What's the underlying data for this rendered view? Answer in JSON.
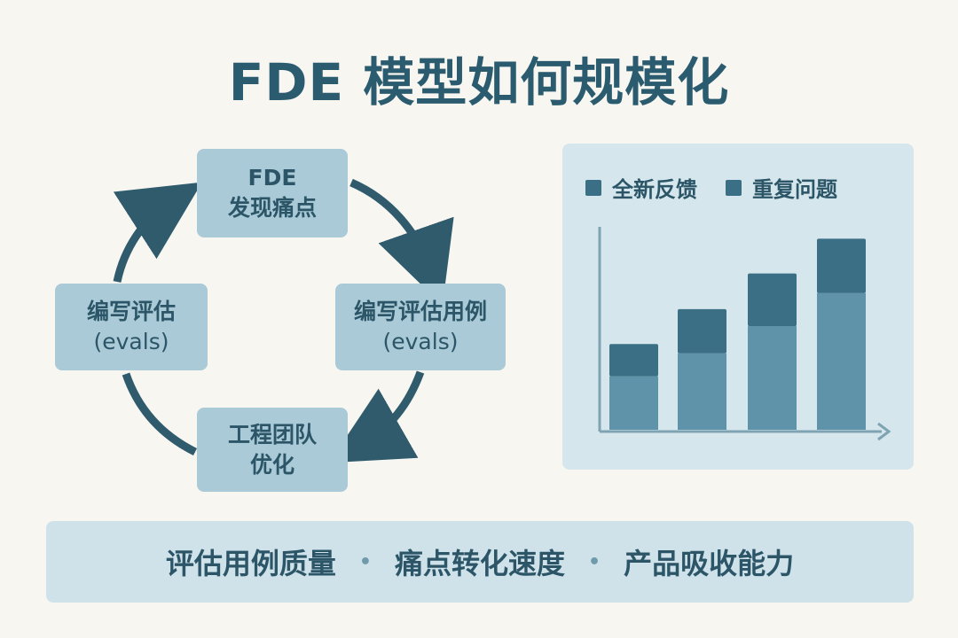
{
  "title": "FDE 模型如何规模化",
  "cycle": {
    "nodes": {
      "top": {
        "line1": "FDE",
        "line2": "发现痛点"
      },
      "right": {
        "line1": "编写评估用例",
        "line2": "(evals)"
      },
      "bottom": {
        "line1": "工程团队",
        "line2": "优化"
      },
      "left": {
        "line1": "编写评估",
        "line2": "(evals)"
      }
    },
    "arrow_color": "#2f5b6d"
  },
  "chart_data": {
    "type": "bar",
    "stacked": true,
    "categories": [
      "",
      "",
      "",
      ""
    ],
    "series": [
      {
        "name": "全新反馈",
        "values": [
          63,
          90,
          122,
          161
        ]
      },
      {
        "name": "重复问题",
        "values": [
          38,
          52,
          62,
          64
        ]
      }
    ],
    "colors": {
      "base": "#5f93a9",
      "top": "#3a6f85",
      "axis": "#7ea4b3"
    },
    "ylim": [
      0,
      240
    ],
    "xlabel": "",
    "ylabel": "",
    "grid": false,
    "legend_position": "top-left"
  },
  "metrics": {
    "items": [
      "评估用例质量",
      "痛点转化速度",
      "产品吸收能力"
    ],
    "separator": "•"
  }
}
